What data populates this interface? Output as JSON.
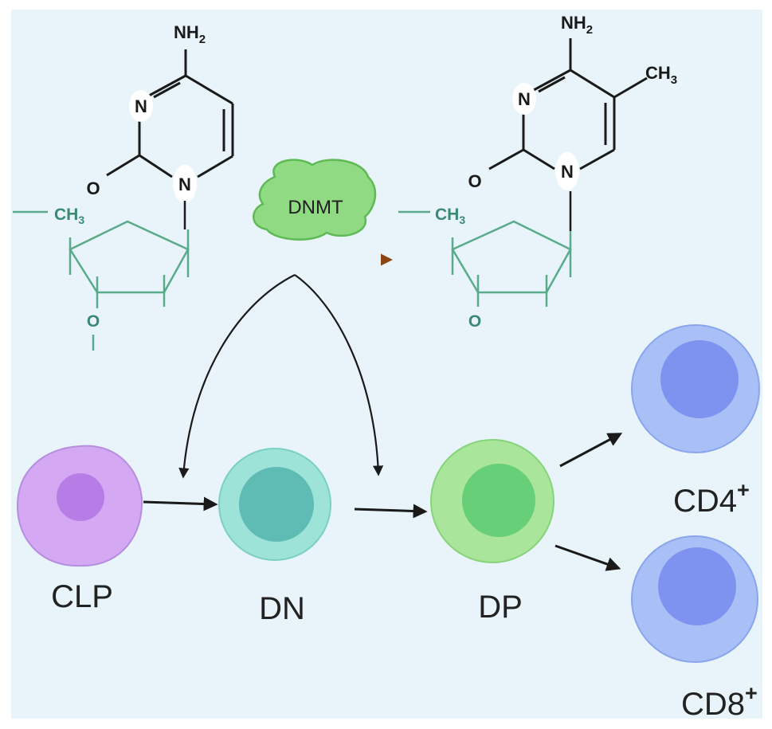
{
  "colors": {
    "background": "#e8f4f9",
    "bond": "#1a1a1a",
    "sugar": "#5aaa8c",
    "sugar_text": "#3a8a73",
    "enzyme_fill": "#8fda82",
    "enzyme_stroke": "#5fba55",
    "arrow": "#1a1a1a",
    "arrow_methyl": "#8b4513",
    "clp_outer": "#d4a8f2",
    "clp_inner": "#b77ce6",
    "dn_outer": "#9ee3d8",
    "dn_inner": "#5fbcb5",
    "dp_outer": "#a9e59a",
    "dp_inner": "#66cf78",
    "t_outer": "#a9c0f7",
    "t_inner": "#7e93ef"
  },
  "molecules": {
    "left": {
      "amine": {
        "main": "NH",
        "sub": "2"
      },
      "ring_n_top": "N",
      "ring_n_bottom": "N",
      "oxygen": "O",
      "methyl": {
        "main": "CH",
        "sub": "3"
      },
      "sugar_oxygen": "O"
    },
    "right": {
      "amine": {
        "main": "NH",
        "sub": "2"
      },
      "ring_methyl": {
        "main": "CH",
        "sub": "3"
      },
      "ring_n_top": "N",
      "ring_n_bottom": "N",
      "oxygen": "O",
      "methyl": {
        "main": "CH",
        "sub": "3"
      },
      "sugar_oxygen": "O"
    }
  },
  "enzyme": {
    "label": "DNMT",
    "icon": "blob-shape"
  },
  "cells": {
    "clp": {
      "label": "CLP"
    },
    "dn": {
      "label": "DN"
    },
    "dp": {
      "label": "DP"
    },
    "cd4": {
      "label": "CD4",
      "sup": "+"
    },
    "cd8": {
      "label": "CD8",
      "sup": "+"
    }
  }
}
